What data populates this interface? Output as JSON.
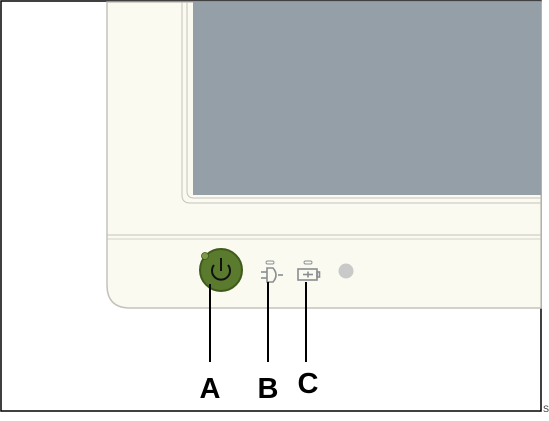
{
  "colors": {
    "bezel": "#fbfaf0",
    "bezel_edge": "#c4c3bb",
    "screen": "#959fa7",
    "power_button": "#5a7a2e",
    "power_button_ring": "#3f5a1c",
    "indicator_icon": "#8a8d92",
    "round_sensor": "#c9c9c9",
    "frame_border": "#000000"
  },
  "icons": {
    "power": "power-icon",
    "ac_power": "ac-plug-icon",
    "battery": "battery-icon",
    "sensor": "ambient-light-sensor-icon"
  },
  "callouts": [
    {
      "id": "power-button",
      "label": "A"
    },
    {
      "id": "ac-power-indicator",
      "label": "B"
    },
    {
      "id": "battery-indicator",
      "label": "C"
    }
  ],
  "stray_mark": "S"
}
